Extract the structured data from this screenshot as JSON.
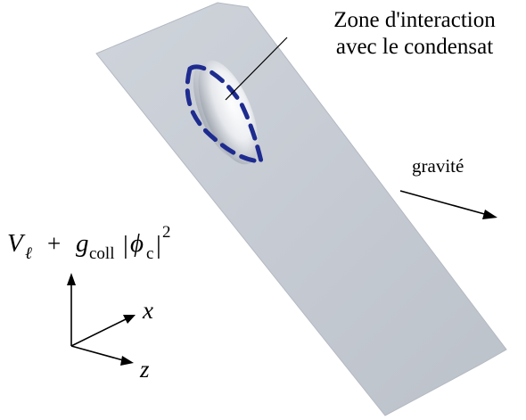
{
  "annotation": {
    "line1": "Zone d'interaction",
    "line2": "avec le condensat"
  },
  "gravity": {
    "label": "gravité"
  },
  "potential": {
    "V": "V",
    "ell": "ℓ",
    "plus": "+",
    "g": "g",
    "coll": "coll",
    "bar_left": "|",
    "phi": "ϕ",
    "c": "c",
    "bar_right": "|",
    "exp": "2"
  },
  "axes": {
    "x_label": "x",
    "z_label": "z"
  },
  "colors": {
    "surface": "#c7ccd4",
    "surface_edge": "#b4b9c2",
    "dip_highlight": "#ffffff",
    "dashed_contour": "#1e2b8f",
    "ink": "#000000"
  }
}
